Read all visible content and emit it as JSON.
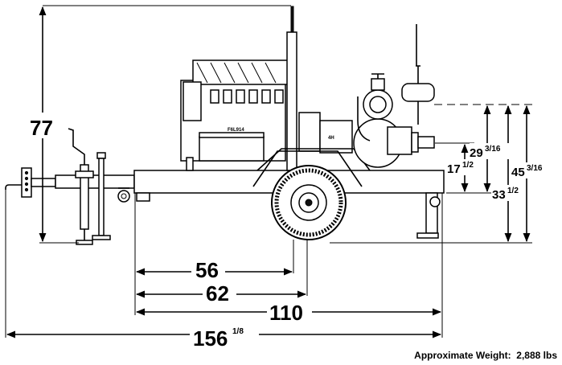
{
  "drawing": {
    "engine_label": "F6L914",
    "hitch_label": "4H",
    "dimensions": {
      "height_overall": "77",
      "axle_pos_1": "56",
      "axle_pos_2": "62",
      "frame_length": "110",
      "overall_length_whole": "156",
      "overall_length_frac": "1/8",
      "outlet_height_whole": "29",
      "outlet_height_frac": "3/16",
      "frame_height_whole": "17",
      "frame_height_frac": "1/2",
      "suction_height_whole": "33",
      "suction_height_frac": "1/2",
      "total_height_whole": "45",
      "total_height_frac": "3/16"
    },
    "weight_label": "Approximate Weight:",
    "weight_value": "2,888 lbs"
  }
}
